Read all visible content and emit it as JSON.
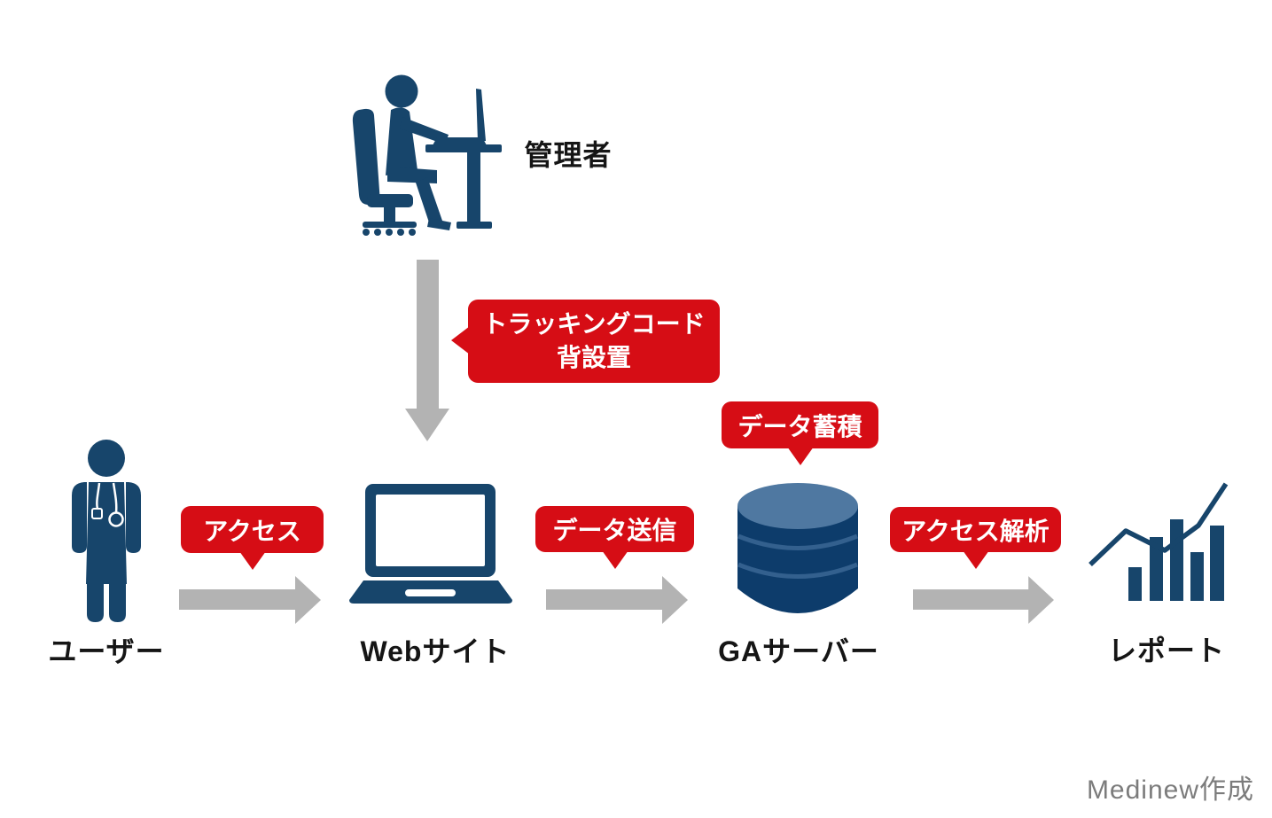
{
  "colors": {
    "navy": "#17456B",
    "navy-dark": "#0D3C6B",
    "db-top": "#4F78A1",
    "db-groove": "#33608E",
    "red": "#D60D15",
    "arrow-gray": "#B3B3B3",
    "label-black": "#151515",
    "credit-gray": "#7C7C7C"
  },
  "nodes": {
    "admin": {
      "label": "管理者",
      "icon": "person-at-desk-icon"
    },
    "user": {
      "label": "ユーザー",
      "icon": "doctor-user-icon"
    },
    "website": {
      "label": "Webサイト",
      "icon": "laptop-icon"
    },
    "ga_server": {
      "label": "GAサーバー",
      "icon": "database-icon"
    },
    "report": {
      "label": "レポート",
      "icon": "bar-chart-trend-icon"
    }
  },
  "callouts": {
    "tracking": {
      "line1": "トラッキングコード",
      "line2": "背設置"
    },
    "access": {
      "text": "アクセス"
    },
    "data_send": {
      "text": "データ送信"
    },
    "data_store": {
      "text": "データ蓄積"
    },
    "access_analysis": {
      "text": "アクセス解析"
    }
  },
  "credit": "Medinew作成"
}
